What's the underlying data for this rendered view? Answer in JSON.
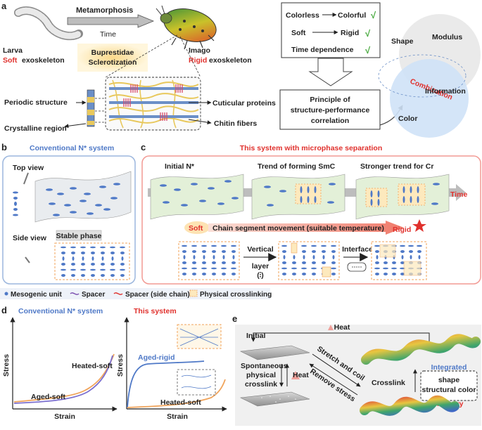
{
  "panels": {
    "a": "a",
    "b": "b",
    "c": "c",
    "d": "d",
    "e": "e"
  },
  "panel_a": {
    "metamorphosis": "Metamorphosis",
    "time": "Time",
    "larva": "Larva",
    "soft": "Soft",
    "exoskeleton": "exoskeleton",
    "buprestidae": "Buprestidae",
    "sclerotization": "Sclerotization",
    "imago": "Imago",
    "rigid": "Rigid",
    "colorless": "Colorless",
    "colorful": "Colorful",
    "soft2": "Soft",
    "rigid2": "Rigid",
    "time_dependence": "Time dependence",
    "check": "√",
    "principle_1": "Principle of",
    "principle_2": "structure-performance",
    "principle_3": "correlation",
    "periodic": "Periodic structure",
    "crystalline": "Crystalline region",
    "cuticular": "Cuticular proteins",
    "chitin": "Chitin fibers",
    "venn_shape": "Shape",
    "venn_modulus": "Modulus",
    "venn_color": "Color",
    "venn_combination": "Combination",
    "venn_information": "Information"
  },
  "panel_b": {
    "title": "Conventional N* system",
    "top_view": "Top view",
    "side_view": "Side view",
    "stable": "Stable phase"
  },
  "panel_c": {
    "title": "This system with microphase separation",
    "initial": "Initial N*",
    "trend_smc": "Trend of forming SmC",
    "trend_cr": "Stronger trend for Cr",
    "time": "Time",
    "soft": "Soft",
    "chain": "Chain segment movement (suitable temperature)",
    "rigid": "Rigid",
    "vertical": "Vertical",
    "layer": "layer",
    "layer_sym": "(⫶)",
    "interface": "Interface"
  },
  "legend": {
    "mesogenic": "Mesogenic unit",
    "spacer": "Spacer",
    "spacer_side": "Spacer (side chain)",
    "physical": "Physical crosslinking"
  },
  "panel_d": {
    "left_title": "Conventional N* system",
    "right_title": "This system",
    "stress": "Stress",
    "strain": "Strain",
    "heated_soft": "Heated-soft",
    "aged_soft": "Aged-soft",
    "aged_rigid": "Aged-rigid",
    "heated_soft2": "Heated-soft"
  },
  "panel_e": {
    "heat_top": "Heat",
    "initial": "Initial",
    "spont_1": "Spontaneous",
    "spont_2": "physical",
    "spont_3": "crosslink",
    "heat_mid": "Heat",
    "stretch": "Stretch and coil",
    "remove": "Remove stress",
    "crosslink": "Crosslink",
    "integrated": "Integrated",
    "shape": "shape",
    "structural": "structural color",
    "memory": "memory"
  },
  "colors": {
    "red": "#e0312d",
    "blue": "#4f79c7",
    "green": "#3fa535",
    "orange": "#f0a35a",
    "panel_b_border": "#9bb6dd",
    "panel_c_border": "#f29a94"
  }
}
